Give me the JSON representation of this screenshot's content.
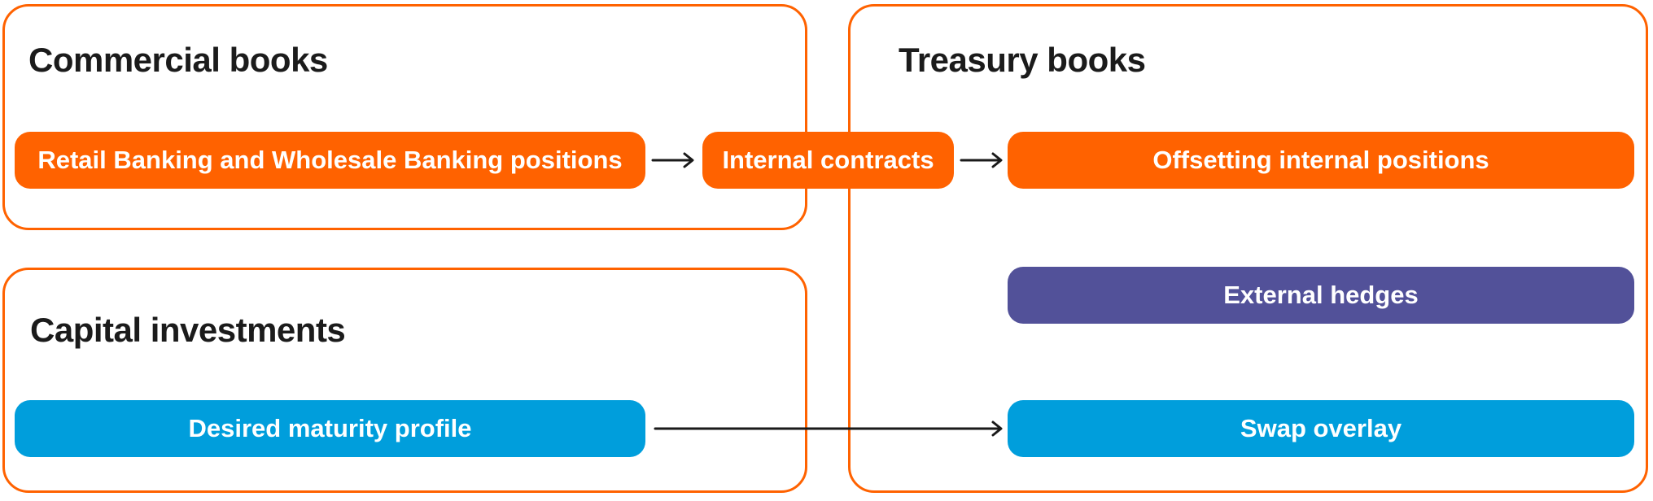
{
  "theme": {
    "orange": "#ff6200",
    "purple": "#525199",
    "blue": "#009edc",
    "text_dark": "#1b1b1b",
    "arrow": "#1a1a1a",
    "background": "#ffffff"
  },
  "groups": {
    "commercial": {
      "title": "Commercial books"
    },
    "capital": {
      "title": "Capital investments"
    },
    "treasury": {
      "title": "Treasury books"
    }
  },
  "nodes": {
    "retail": {
      "label": "Retail Banking and Wholesale Banking positions",
      "color": "orange"
    },
    "internal": {
      "label": "Internal contracts",
      "color": "orange"
    },
    "offsetting": {
      "label": "Offsetting internal positions",
      "color": "orange"
    },
    "external": {
      "label": "External hedges",
      "color": "purple"
    },
    "swap": {
      "label": "Swap overlay",
      "color": "blue"
    },
    "desired": {
      "label": "Desired maturity profile",
      "color": "blue"
    }
  },
  "flows": [
    {
      "from": "Retail Banking and Wholesale Banking positions",
      "to": "Internal contracts"
    },
    {
      "from": "Internal contracts",
      "to": "Offsetting internal positions"
    },
    {
      "from": "Desired maturity profile",
      "to": "Swap overlay"
    }
  ]
}
